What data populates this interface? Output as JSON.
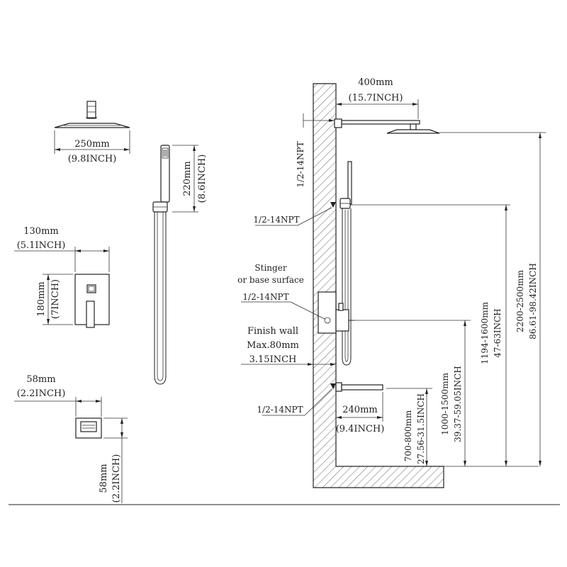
{
  "labels": {
    "head_width_mm": "250mm",
    "head_width_in": "(9.8INCH)",
    "handheld_len_mm": "220mm",
    "handheld_len_in": "(8.6INCH)",
    "valve_width_mm": "130mm",
    "valve_width_in": "(5.1INCH)",
    "valve_height_mm": "180mm",
    "valve_height_in": "(7INCH)",
    "elbow_width_mm": "58mm",
    "elbow_width_in": "(2.2INCH)",
    "elbow_height_mm": "58mm",
    "elbow_height_in": "(2.2INCH)",
    "arm_len_mm": "400mm",
    "arm_len_in": "(15.7INCH)",
    "npt_top": "1/2-14NPT",
    "npt_elbow": "1/2-14NPT",
    "stinger_1": "Stinger",
    "stinger_2": "or base surface",
    "npt_valve": "1/2-14NPT",
    "finish_wall": "Finish wall",
    "max_mm": "Max.80mm",
    "max_in": "3.15INCH",
    "npt_spout": "1/2-14NPT",
    "spout_len_mm": "240mm",
    "spout_len_in": "(9.4INCH)",
    "h_spout_mm": "700-800mm",
    "h_spout_in": "27.56-31.5INCH",
    "h_valve_mm": "1000-1500mm",
    "h_valve_in": "39.37-59.05INCH",
    "h_elbow_mm": "1194-1600mm",
    "h_elbow_in": "47-63INCH",
    "h_head_mm": "2200-2500mm",
    "h_head_in": "86.61-98.42INCH"
  }
}
